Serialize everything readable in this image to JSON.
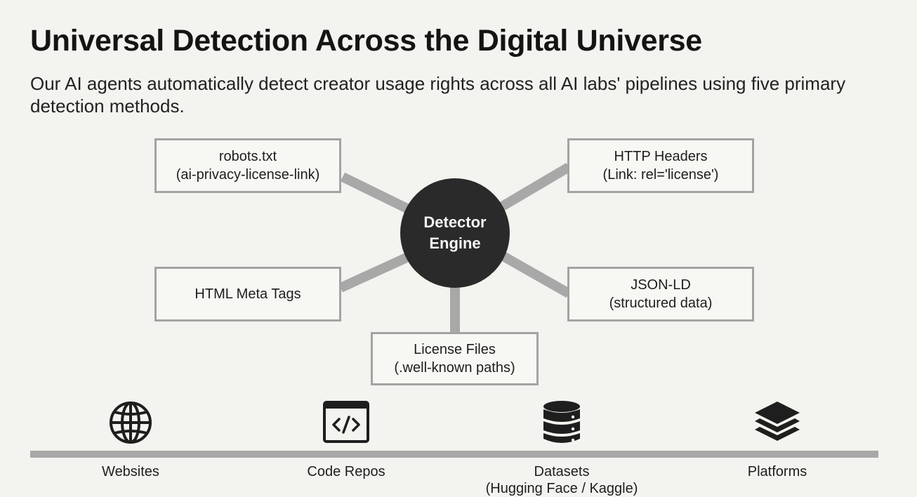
{
  "title": "Universal Detection Across the Digital Universe",
  "subtitle": "Our AI agents automatically detect creator usage rights across all AI labs' pipelines using five primary detection methods.",
  "engine": {
    "line1": "Detector",
    "line2": "Engine"
  },
  "methods": {
    "robots": {
      "line1": "robots.txt",
      "line2": "(ai-privacy-license-link)"
    },
    "http": {
      "line1": "HTTP Headers",
      "line2": "(Link: rel='license')"
    },
    "meta": {
      "line1": "HTML Meta Tags"
    },
    "jsonld": {
      "line1": "JSON-LD",
      "line2": "(structured data)"
    },
    "license": {
      "line1": "License Files",
      "line2": "(.well-known paths)"
    }
  },
  "sources": {
    "websites": {
      "label": "Websites",
      "icon": "globe-icon"
    },
    "code": {
      "label": "Code Repos",
      "icon": "code-icon"
    },
    "datasets": {
      "label": "Datasets",
      "sublabel": "(Hugging Face / Kaggle)",
      "icon": "database-icon"
    },
    "platforms": {
      "label": "Platforms",
      "icon": "layers-icon"
    }
  },
  "colors": {
    "background": "#f3f3ef",
    "connector": "#a8a8a8",
    "engine": "#2a2a2a",
    "box_border": "#a3a3a3"
  }
}
